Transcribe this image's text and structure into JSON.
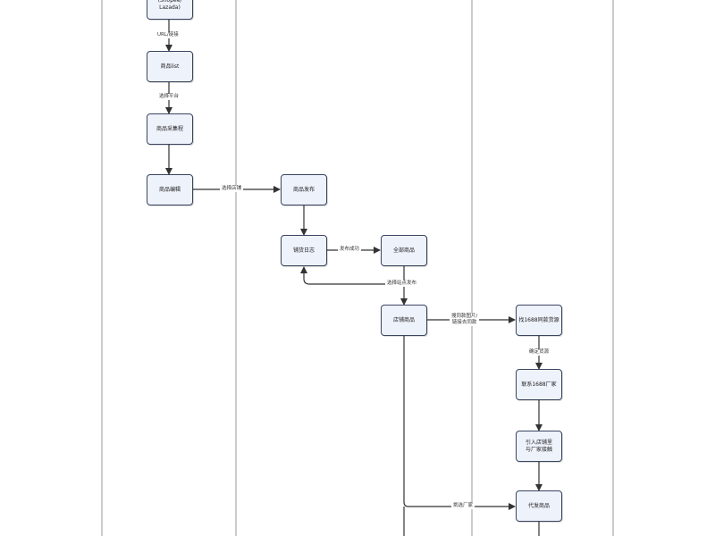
{
  "nodes": {
    "source": "(Shopee/\nLazada)",
    "product_list": "商品list",
    "product_data": "商品采集程",
    "product_edit": "商品编辑",
    "product_publish": "商品发布",
    "publish_log": "铺货日志",
    "all_products": "全部商品",
    "shop_products": "店铺商品",
    "find_1688": "找1688同款货源",
    "contact_1688": "联系1688厂家",
    "import_contact": "引入店铺里\n与厂家接触",
    "ship_products": "代发商品"
  },
  "edges": {
    "url_link": "URL/链接",
    "select_platform": "选择平台",
    "select_shop": "选择店铺",
    "publish_success": "发布成功",
    "select_site": "选择站点发布",
    "image_search": "搜同款图片/\n链接去同款",
    "confirm_source": "确定货源",
    "choose_factory": "挑选厂家"
  }
}
